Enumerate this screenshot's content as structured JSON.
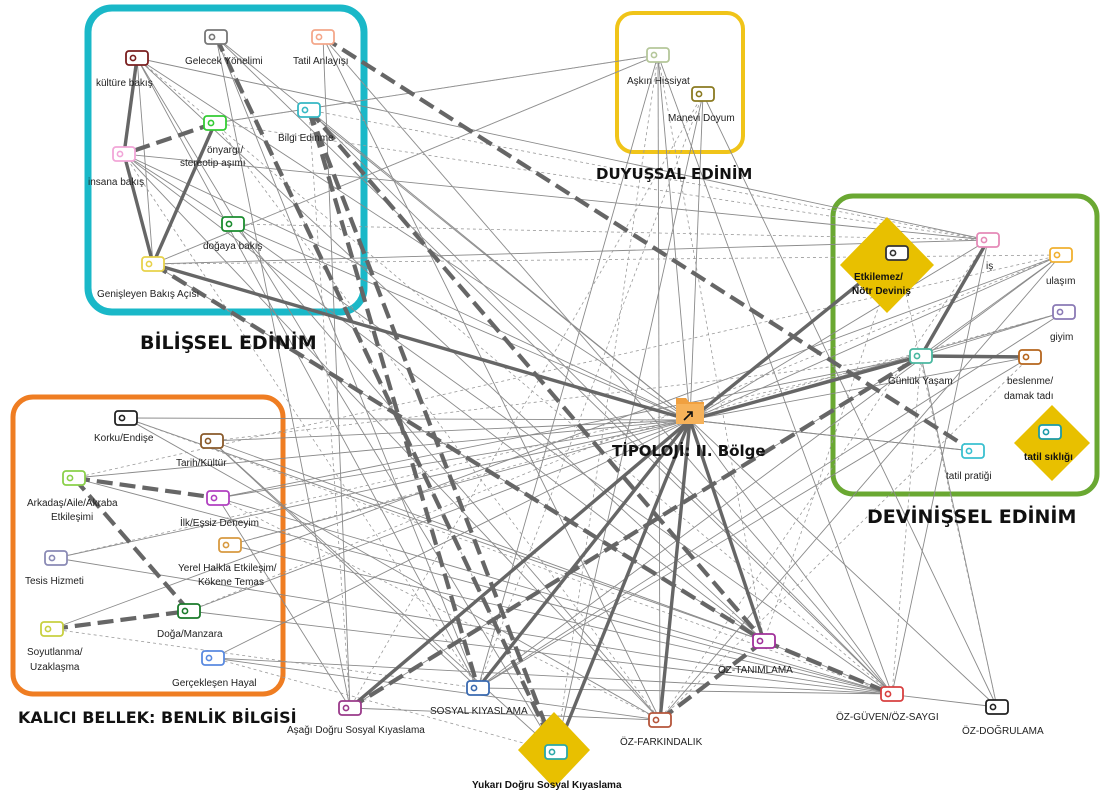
{
  "center": {
    "label": "TİPOLOJİ: II. Bölge",
    "icon": "folder-icon",
    "color": "#f0a040"
  },
  "groups": {
    "bilissel": {
      "title": "BİLİŞSEL EDİNİM",
      "color": "#1ab8c8"
    },
    "duyussal": {
      "title": "DUYUŞSAL EDİNİM",
      "color": "#f0c419"
    },
    "devinissel": {
      "title": "DEVİNİŞSEL EDİNİM",
      "color": "#6aa832"
    },
    "kalici": {
      "title": "KALICI BELLEK: BENLİK BİLGİSİ",
      "color": "#ef7d22"
    }
  },
  "codes": {
    "kulture_bakis": "kültüre bakış",
    "gelecek_yonelimi": "Gelecek Yönelimi",
    "tatil_anlayisi": "Tatil Anlayışı",
    "bilgi_edinme": "Bilgi Edinme",
    "onyargi_1": "önyargı/",
    "onyargi_2": "stereotip aşımı",
    "insana_bakis": "insana bakış",
    "dogaya_bakis": "doğaya bakış",
    "genisleyen": "Genişleyen Bakış Açısı",
    "askin_hissiyat": "Aşkın Hissiyat",
    "manevi_doyum": "Manevi Doyum",
    "is": "iş",
    "ulasim": "ulaşım",
    "giyim": "giyim",
    "gunluk_yasam": "Günlük Yaşam",
    "beslenme_1": "beslenme/",
    "beslenme_2": "damak tadı",
    "tatil_pratigi": "tatil pratiği",
    "etkilemez_1": "Etkilemez/",
    "etkilemez_2": "Nötr Deviniş",
    "tatil_sikligi": "tatil sıklığı",
    "korku": "Korku/Endişe",
    "tarih": "Tarih/Kültür",
    "arkadas_1": "Arkadaş/Aile/Akraba",
    "arkadas_2": "Etkileşimi",
    "ilk_essiz": "İlk/Eşsiz Deneyim",
    "tesis": "Tesis Hizmeti",
    "yerel_1": "Yerel Halkla Etkileşim/",
    "yerel_2": "Kökene Temas",
    "doga_manzara": "Doğa/Manzara",
    "soyut_1": "Soyutlanma/",
    "soyut_2": "Uzaklaşma",
    "gerceklesen": "Gerçekleşen Hayal",
    "oz_tanimlama": "ÖZ-TANIMLAMA",
    "sosyal_kiyaslama": "SOSYAL KIYASLAMA",
    "asagi": "Aşağı Doğru Sosyal Kıyaslama",
    "yukari": "Yukarı Doğru Sosyal Kıyaslama",
    "oz_farkindalik": "ÖZ-FARKINDALIK",
    "oz_guven": "ÖZ-GÜVEN/ÖZ-SAYGI",
    "oz_dogrulama": "ÖZ-DOĞRULAMA"
  },
  "icon_colors": {
    "kulture_bakis": "#7a1f1f",
    "gelecek_yonelimi": "#777777",
    "tatil_anlayisi": "#f4a78a",
    "bilgi_edinme": "#36b8c4",
    "onyargi": "#33cc33",
    "insana_bakis": "#f2a6d8",
    "dogaya_bakis": "#1a8c2e",
    "genisleyen": "#e8d24a",
    "askin_hissiyat": "#b5c79a",
    "manevi_doyum": "#8a7a20",
    "is": "#e58ab8",
    "ulasim": "#f0b030",
    "giyim": "#8a7ab5",
    "gunluk_yasam": "#4ab8a0",
    "beslenme": "#b5651d",
    "tatil_pratigi": "#3ac0d0",
    "etkilemez": "#333333",
    "tatil_sikligi": "#1a9aa8",
    "korku": "#222222",
    "tarih": "#8a5a2a",
    "arkadas": "#8ad04a",
    "ilk_essiz": "#b040c0",
    "tesis": "#8a8ab5",
    "yerel": "#d89a40",
    "doga_manzara": "#1a7a2a",
    "soyut": "#c8d040",
    "gerceklesen": "#5a8ae0",
    "oz_tanimlama": "#a0309a",
    "sosyal_kiyaslama": "#3a6ab0",
    "asagi": "#9a3a8a",
    "yukari": "#2aa8a8",
    "oz_farkindalik": "#b5553a",
    "oz_guven": "#d84040",
    "oz_dogrulama": "#222222"
  },
  "diamond_color": "#e8c000"
}
